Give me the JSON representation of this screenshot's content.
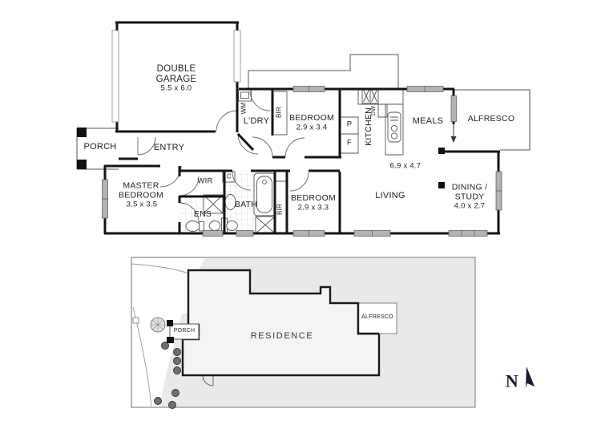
{
  "colors": {
    "wall": "#141414",
    "window_fill": "#b3b3b3",
    "lot_fill": "#e9e9e9",
    "residence_fill": "#f4f4f4",
    "north_arrow": "#1b1b33"
  },
  "floor_plan": {
    "garage": {
      "name": "DOUBLE\nGARAGE",
      "dims": "5.5 x 6.0"
    },
    "porch": "PORCH",
    "entry": "ENTRY",
    "laundry": "L'DRY",
    "wm": "WM",
    "bir_front": "BIR",
    "bedroom1": {
      "name": "BEDROOM",
      "dims": "2.9 x 3.4"
    },
    "pantry": "P",
    "fridge": "F",
    "kitchen": "KITCHEN",
    "dw": "DW",
    "meals": "MEALS",
    "alfresco": "ALFRESCO",
    "living_dims": "6.9 x 4.7",
    "master": {
      "name": "MASTER\nBEDROOM",
      "dims": "3.5 x 3.5"
    },
    "wir": "WIR",
    "cupboard": "C",
    "ens": "ENS",
    "bath": "BATH",
    "bir_rear": "BIR",
    "bedroom2": {
      "name": "BEDROOM",
      "dims": "2.9 x 3.3"
    },
    "living": "LIVING",
    "dining": {
      "name": "DINING /\nSTUDY",
      "dims": "4.0 x 2.7"
    }
  },
  "site_plan": {
    "porch": "PORCH",
    "residence": "RESIDENCE",
    "alfresco": "ALFRESCO",
    "north": "N"
  }
}
